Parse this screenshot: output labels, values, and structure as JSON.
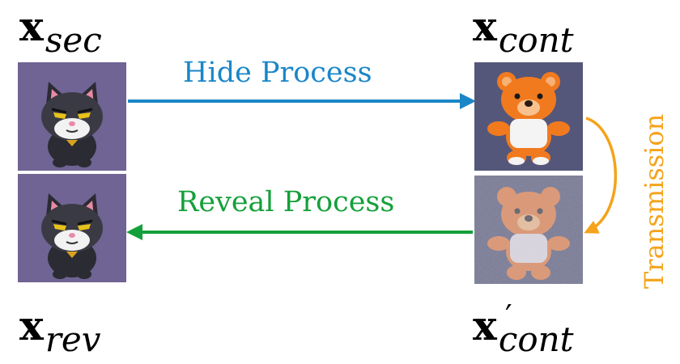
{
  "labels": {
    "x_sec": {
      "base": "x",
      "sub": "sec"
    },
    "x_cont": {
      "base": "x",
      "sub": "cont"
    },
    "x_rev": {
      "base": "x",
      "sub": "rev"
    },
    "x_cont_prime": {
      "base": "x",
      "sub": "cont",
      "prime": "′"
    }
  },
  "arrows": {
    "hide": "Hide Process",
    "reveal": "Reveal Process",
    "transmission": "Transmission"
  },
  "colors": {
    "hide": "#1a86c8",
    "reveal": "#14a03a",
    "transmission": "#f5a31a",
    "cat_background": "#6f6494",
    "bear_background": "#55577a"
  },
  "icons": {
    "secret_image": "cat-icon",
    "revealed_image": "cat-icon",
    "cover_image": "teddy-bear-icon",
    "transmitted_image": "teddy-bear-icon"
  }
}
